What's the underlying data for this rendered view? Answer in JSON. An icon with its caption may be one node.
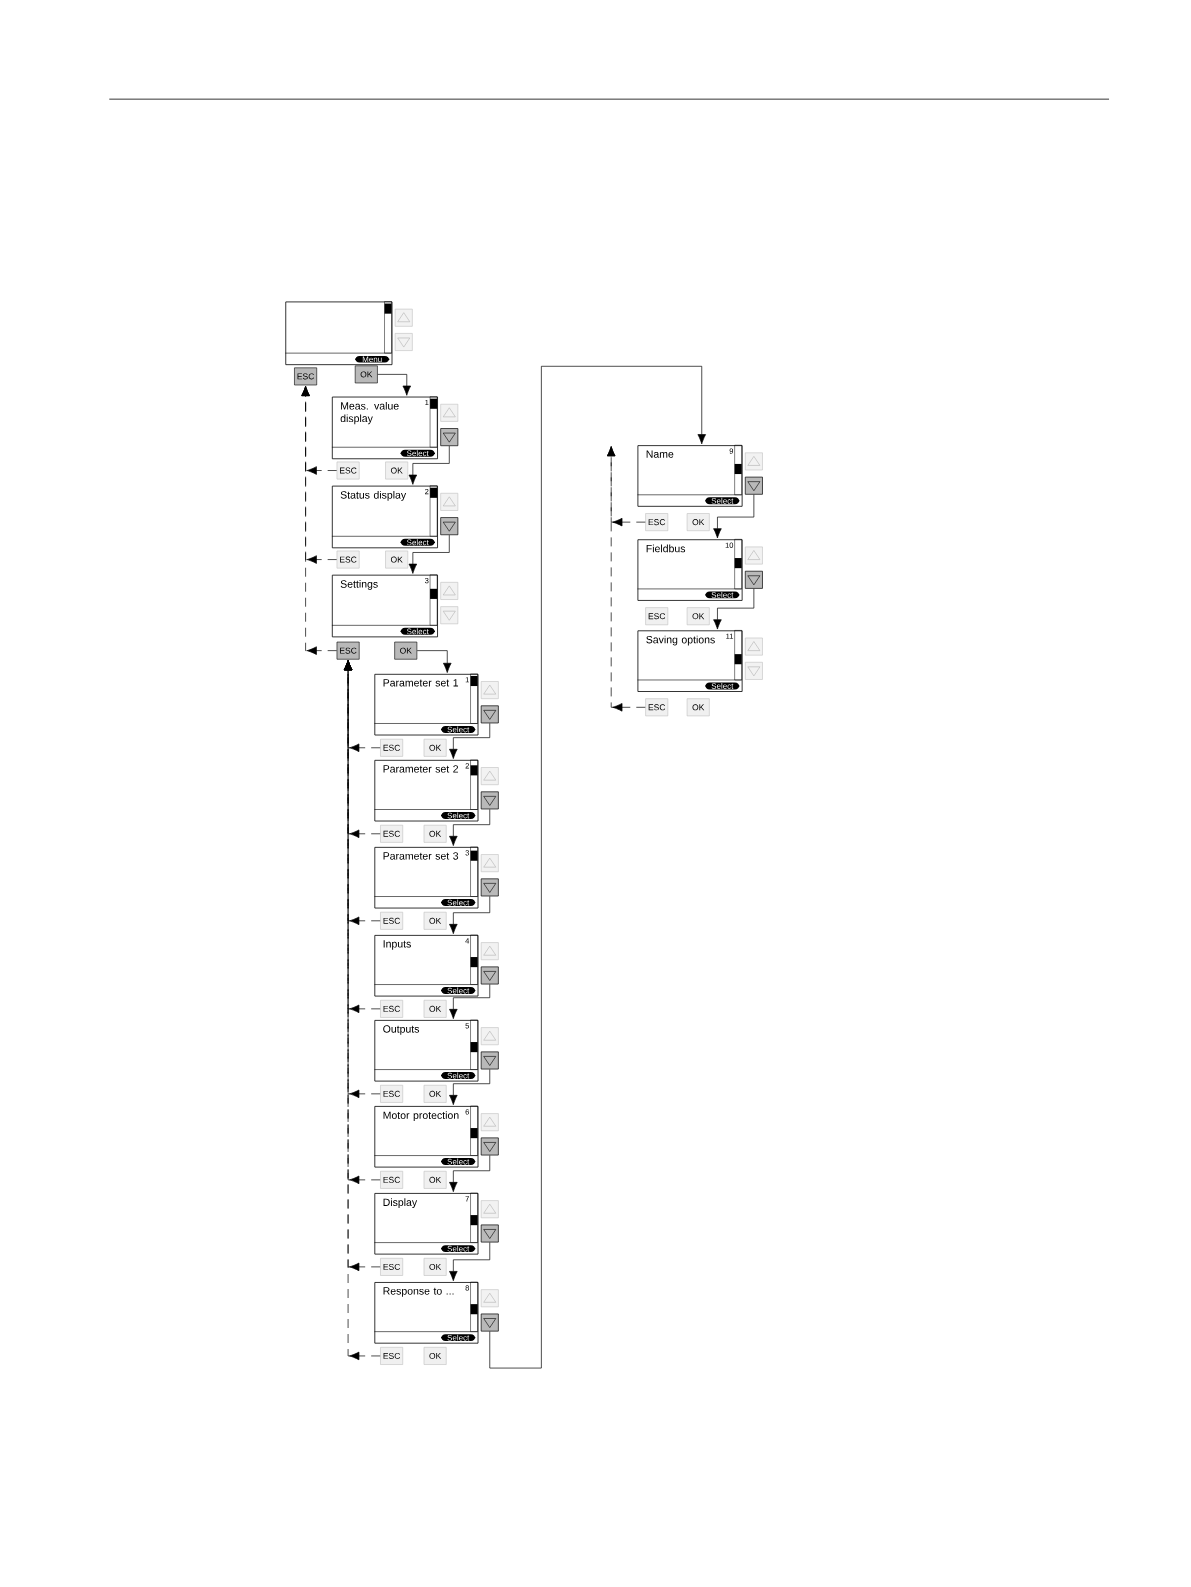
{
  "diagram": {
    "nodes": [
      {
        "text": [
          "Menu"
        ]
      },
      {
        "text": [
          "ESC"
        ]
      },
      {
        "text": [
          "OK"
        ]
      },
      {
        "text": [
          "Meas. value display",
          "1",
          "Select"
        ]
      },
      {
        "text": [],
        "shape": "box"
      },
      {
        "text": [
          "ESC"
        ]
      },
      {
        "text": [
          "OK"
        ]
      },
      {
        "text": [
          "Status display",
          "2",
          "Select"
        ]
      },
      {
        "text": [],
        "shape": "box"
      },
      {
        "text": [
          "ESC"
        ]
      },
      {
        "text": [
          "OK"
        ]
      },
      {
        "text": [
          "Settings",
          "3",
          "Select"
        ]
      },
      {
        "text": [
          "ESC"
        ]
      },
      {
        "text": [
          "OK"
        ]
      },
      {
        "text": [
          "Parameter set 1",
          "1",
          "Select"
        ]
      },
      {
        "text": [],
        "shape": "box"
      },
      {
        "text": [
          "ESC"
        ]
      },
      {
        "text": [
          "OK"
        ]
      },
      {
        "text": [
          "Parameter set 2",
          "2",
          "Select"
        ]
      },
      {
        "text": [],
        "shape": "box"
      },
      {
        "text": [
          "ESC"
        ]
      },
      {
        "text": [
          "OK"
        ]
      },
      {
        "text": [
          "Parameter set 3",
          "3",
          "Select"
        ]
      },
      {
        "text": [],
        "shape": "box"
      },
      {
        "text": [
          "ESC"
        ]
      },
      {
        "text": [
          "OK"
        ]
      },
      {
        "text": [
          "Inputs",
          "4",
          "Select"
        ]
      },
      {
        "text": [],
        "shape": "box"
      },
      {
        "text": [
          "ESC"
        ]
      },
      {
        "text": [
          "OK"
        ]
      },
      {
        "text": [
          "Outputs",
          "5",
          "Select"
        ]
      },
      {
        "text": [],
        "shape": "box"
      },
      {
        "text": [
          "ESC"
        ]
      },
      {
        "text": [
          "OK"
        ]
      },
      {
        "text": [
          "Motor protection",
          "6",
          "Select"
        ]
      },
      {
        "text": [],
        "shape": "box"
      },
      {
        "text": [
          "ESC"
        ]
      },
      {
        "text": [
          "OK"
        ]
      },
      {
        "text": [
          "Display",
          "7",
          "Select"
        ]
      },
      {
        "text": [],
        "shape": "box"
      },
      {
        "text": [
          "ESC"
        ]
      },
      {
        "text": [
          "OK"
        ]
      },
      {
        "text": [
          "Response to ...",
          "8",
          "Select"
        ]
      },
      {
        "text": [],
        "shape": "box"
      },
      {
        "text": [
          "ESC"
        ]
      },
      {
        "text": [
          "OK"
        ]
      },
      {
        "text": [
          "Name",
          "9",
          "Select"
        ]
      },
      {
        "text": [],
        "shape": "box"
      },
      {
        "text": [
          "ESC"
        ]
      },
      {
        "text": [
          "OK"
        ]
      },
      {
        "text": [
          "Fieldbus",
          "10",
          "Select"
        ]
      },
      {
        "text": [],
        "shape": "box"
      },
      {
        "text": [
          "ESC"
        ]
      },
      {
        "text": [
          "OK"
        ]
      },
      {
        "text": [
          "Saving options",
          "11",
          "Select"
        ]
      },
      {
        "text": [
          "ESC"
        ]
      },
      {
        "text": [
          "OK"
        ]
      }
    ],
    "edges": [
      {
        "from": 2,
        "to": 3,
        "arrow": "to"
      },
      {
        "from": 4,
        "to": 7,
        "arrow": "to"
      },
      {
        "from": 8,
        "to": 11,
        "arrow": "to"
      },
      {
        "from": 13,
        "to": 14,
        "arrow": "to"
      },
      {
        "from": 15,
        "to": 18,
        "arrow": "to"
      },
      {
        "from": 19,
        "to": 22,
        "arrow": "to"
      },
      {
        "from": 23,
        "to": 26,
        "arrow": "to"
      },
      {
        "from": 27,
        "to": 30,
        "arrow": "to"
      },
      {
        "from": 31,
        "to": 34,
        "arrow": "to"
      },
      {
        "from": 35,
        "to": 38,
        "arrow": "to"
      },
      {
        "from": 39,
        "to": 42,
        "arrow": "to"
      },
      {
        "from": 43,
        "to": 46,
        "arrow": "to"
      },
      {
        "from": 47,
        "to": 50,
        "arrow": "to"
      },
      {
        "from": 51,
        "to": 54,
        "arrow": "to"
      },
      {
        "from": 5,
        "to": 1,
        "arrow": "to",
        "style": "dashed"
      },
      {
        "from": 9,
        "to": 1,
        "arrow": "to",
        "style": "dashed"
      },
      {
        "from": 12,
        "to": 1,
        "arrow": "to",
        "style": "dashed"
      },
      {
        "from": 16,
        "to": 12,
        "arrow": "to",
        "style": "dashed"
      },
      {
        "from": 20,
        "to": 12,
        "arrow": "to",
        "style": "dashed"
      },
      {
        "from": 24,
        "to": 12,
        "arrow": "to",
        "style": "dashed"
      },
      {
        "from": 28,
        "to": 12,
        "arrow": "to",
        "style": "dashed"
      },
      {
        "from": 32,
        "to": 12,
        "arrow": "to",
        "style": "dashed"
      },
      {
        "from": 36,
        "to": 12,
        "arrow": "to",
        "style": "dashed"
      },
      {
        "from": 40,
        "to": 12,
        "arrow": "to",
        "style": "dashed"
      },
      {
        "from": 44,
        "to": 12,
        "arrow": "to",
        "style": "dashed"
      },
      {
        "from": 48,
        "to": null,
        "arrow": "to",
        "style": "dashed"
      },
      {
        "from": 55,
        "to": null,
        "arrow": "to",
        "style": "dashed"
      }
    ]
  }
}
